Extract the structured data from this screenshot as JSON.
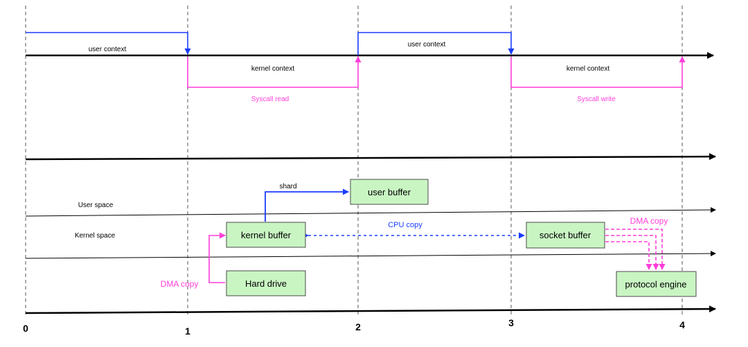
{
  "timeline": {
    "user_context_1": "user context",
    "user_context_2": "user context",
    "kernel_context_1": "kernel context",
    "kernel_context_2": "kernel context",
    "syscall_read": "Syscall read",
    "syscall_write": "Syscall write",
    "ticks": [
      "0",
      "1",
      "2",
      "3",
      "4"
    ]
  },
  "spaces": {
    "user_space": "User space",
    "kernel_space": "Kernel  space"
  },
  "boxes": {
    "user_buffer": "user buffer",
    "kernel_buffer": "kernel buffer",
    "socket_buffer": "socket buffer",
    "hard_drive": "Hard drive",
    "protocol_engine": "protocol engine"
  },
  "labels": {
    "shard": "shard",
    "cpu_copy": "CPU copy",
    "dma_copy_left": "DMA copy",
    "dma_copy_right": "DMA copy"
  },
  "colors": {
    "user_line": "#1a3cff",
    "kernel_line": "#ff3dd9",
    "box_fill": "#c9f5c3",
    "box_stroke": "#4a4a4a"
  }
}
